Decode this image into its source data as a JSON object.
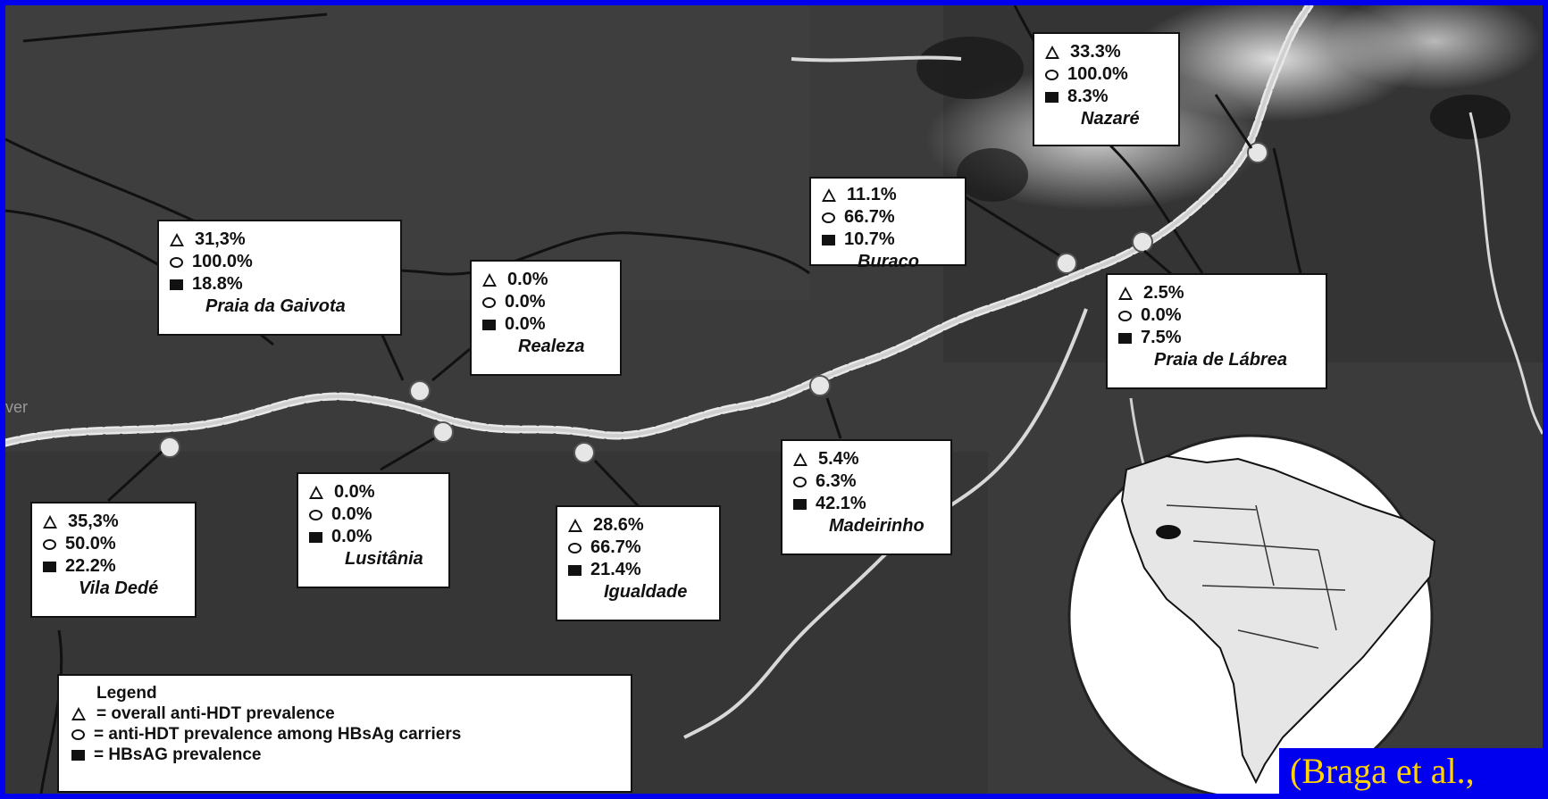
{
  "sites": [
    {
      "id": "nazare",
      "name": "Nazaré",
      "triangle": "33.3%",
      "circle": "100.0%",
      "square": "8.3%"
    },
    {
      "id": "buraco",
      "name": "Buraco",
      "triangle": "11.1%",
      "circle": "66.7%",
      "square": "10.7%"
    },
    {
      "id": "praia-da-gaivota",
      "name": "Praia da Gaivota",
      "triangle": "31,3%",
      "circle": "100.0%",
      "square": "18.8%"
    },
    {
      "id": "realeza",
      "name": "Realeza",
      "triangle": "0.0%",
      "circle": "0.0%",
      "square": "0.0%"
    },
    {
      "id": "praia-de-labrea",
      "name": "Praia de Lábrea",
      "triangle": "2.5%",
      "circle": "0.0%",
      "square": "7.5%"
    },
    {
      "id": "madeirinho",
      "name": "Madeirinho",
      "triangle": "5.4%",
      "circle": "6.3%",
      "square": "42.1%"
    },
    {
      "id": "igualdade",
      "name": "Igualdade",
      "triangle": "28.6%",
      "circle": "66.7%",
      "square": "21.4%"
    },
    {
      "id": "lusitania",
      "name": "Lusitânia",
      "triangle": "0.0%",
      "circle": "0.0%",
      "square": "0.0%"
    },
    {
      "id": "vila-dede",
      "name": "Vila Dedé",
      "triangle": "35,3%",
      "circle": "50.0%",
      "square": "22.2%"
    }
  ],
  "legend": {
    "title": "Legend",
    "triangle_text": "= overall anti-HDT prevalence",
    "circle_text": "= anti-HDT prevalence among HBsAg carriers",
    "square_text": "= HBsAG prevalence"
  },
  "map_fragment": "ver",
  "citation": "(Braga et al.,",
  "colors": {
    "frame": "#0000ee",
    "citation_text": "#ffd200",
    "map_background": "#3a3a3a"
  }
}
